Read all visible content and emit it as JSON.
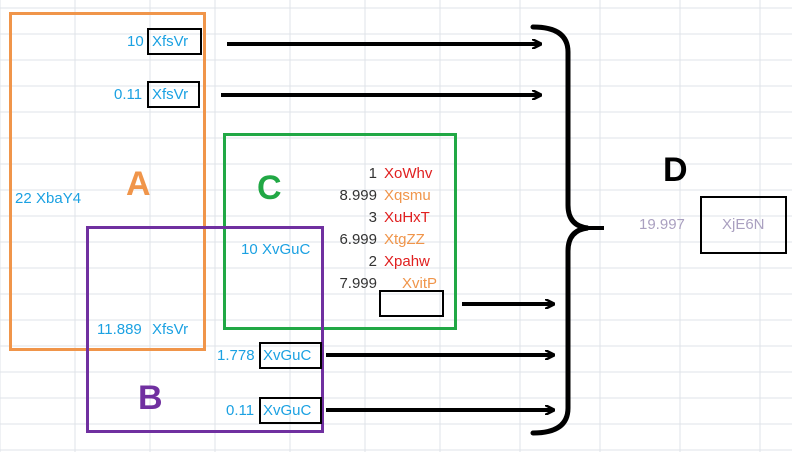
{
  "labels": {
    "A": "A",
    "B": "B",
    "C": "C",
    "D": "D"
  },
  "left": {
    "row1": {
      "num": "10",
      "name": "XfsVr"
    },
    "row2": {
      "num": "0.11",
      "name": "XfsVr"
    },
    "row3": {
      "num": "22",
      "name": "XbaY4"
    },
    "row4": {
      "num": "10",
      "name": "XvGuC"
    },
    "row5": {
      "num": "11.889",
      "name": "XfsVr"
    },
    "row6": {
      "num": "1.778",
      "name": "XvGuC"
    },
    "row7": {
      "num": "0.11",
      "name": "XvGuC"
    }
  },
  "list": [
    {
      "num": "1",
      "name": "XoWhv",
      "color": "#e02020"
    },
    {
      "num": "8.999",
      "name": "Xqsmu",
      "color": "#f0954a"
    },
    {
      "num": "3",
      "name": "XuHxT",
      "color": "#e02020"
    },
    {
      "num": "6.999",
      "name": "XtgZZ",
      "color": "#f0954a"
    },
    {
      "num": "2",
      "name": "Xpahw",
      "color": "#e02020"
    },
    {
      "num": "7.999",
      "name": "XvitP",
      "color": "#f0954a"
    }
  ],
  "result": {
    "num": "19.997",
    "name": "XjE6N"
  },
  "colors": {
    "regionA": "#f0954a",
    "regionB": "#7030a0",
    "regionC": "#21a845",
    "regionD": "#000000",
    "blueText": "#1ba1e2"
  }
}
